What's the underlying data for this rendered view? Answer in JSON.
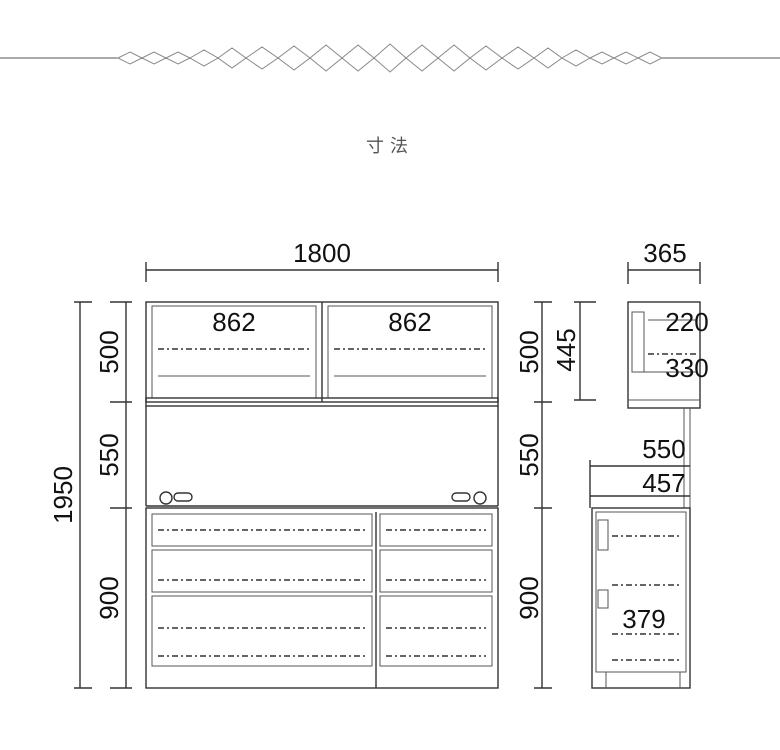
{
  "header": {
    "title": "寸法"
  },
  "front": {
    "width": "1800",
    "upper_door_width_left": "862",
    "upper_door_width_right": "862",
    "total_height": "1950",
    "upper_height": "500",
    "middle_height": "550",
    "lower_height": "900"
  },
  "side": {
    "depth": "365",
    "upper_height": "500",
    "upper_inner_height": "445",
    "upper_shelf_depth": "220",
    "upper_inner_depth": "330",
    "middle_height": "550",
    "lower_depth": "550",
    "counter_depth": "457",
    "lower_inner_depth": "379",
    "lower_height": "900"
  }
}
